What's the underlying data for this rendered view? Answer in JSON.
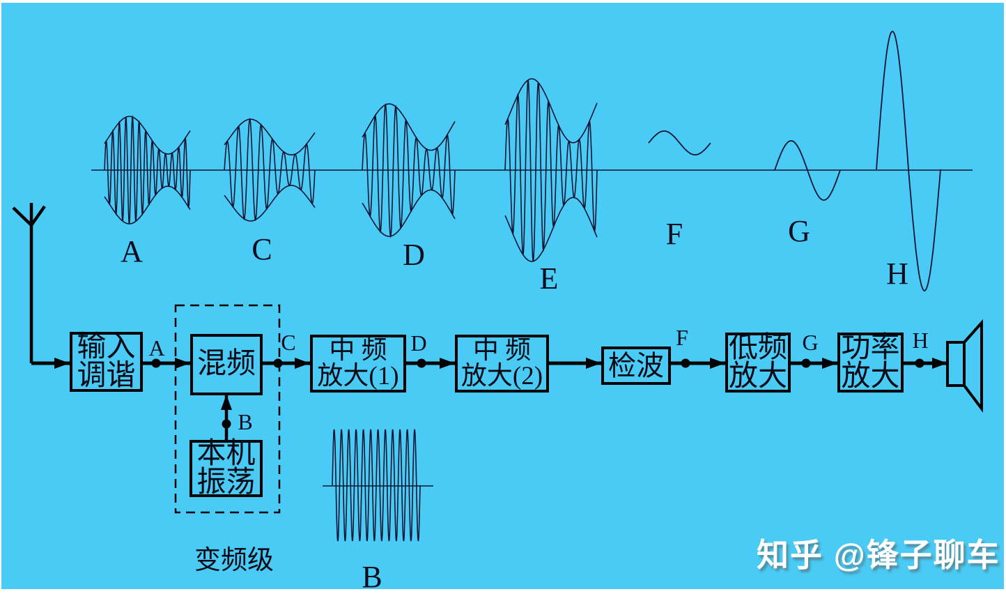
{
  "colors": {
    "background": "#49cbf5",
    "ink": "#000000",
    "waveform": "#141432",
    "watermark_text": "#ffffff"
  },
  "watermark": {
    "text": "知乎 @锋子聊车"
  },
  "blocks": [
    {
      "id": "input-tuning",
      "line1": "输入",
      "line2": "调谐"
    },
    {
      "id": "mixer",
      "line1": "混频",
      "line2": ""
    },
    {
      "id": "if-amp-1",
      "line1": "中 频",
      "line2": "放大(1)"
    },
    {
      "id": "if-amp-2",
      "line1": "中 频",
      "line2": "放大(2)"
    },
    {
      "id": "detector",
      "line1": "检波",
      "line2": ""
    },
    {
      "id": "af-amp",
      "line1": "低频",
      "line2": "放大"
    },
    {
      "id": "power-amp",
      "line1": "功率",
      "line2": "放大"
    },
    {
      "id": "local-oscillator",
      "line1": "本机",
      "line2": "振荡"
    }
  ],
  "group_label": "变频级",
  "letters_wave": [
    "A",
    "C",
    "D",
    "E",
    "F",
    "G",
    "H",
    "B"
  ],
  "letters_chain": [
    "A",
    "C",
    "D",
    "F",
    "G",
    "H",
    "B"
  ],
  "waveforms": [
    {
      "label": "A",
      "type": "am",
      "cycles": 13
    },
    {
      "label": "C",
      "type": "am",
      "cycles": 8
    },
    {
      "label": "D",
      "type": "am",
      "cycles": 9
    },
    {
      "label": "E",
      "type": "am",
      "cycles": 9
    },
    {
      "label": "F",
      "type": "sine",
      "cycles": 1
    },
    {
      "label": "G",
      "type": "sine",
      "cycles": 1
    },
    {
      "label": "H",
      "type": "sine",
      "cycles": 1
    },
    {
      "label": "B",
      "type": "carrier",
      "cycles": 12
    }
  ]
}
